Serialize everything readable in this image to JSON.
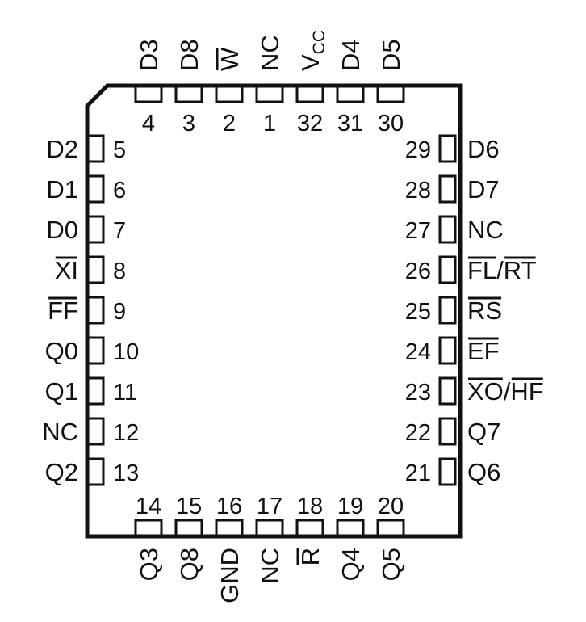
{
  "package": {
    "top_pins": [
      {
        "num": "4",
        "name": "D3"
      },
      {
        "num": "3",
        "name": "D8"
      },
      {
        "num": "2",
        "name": "W",
        "bar": "full"
      },
      {
        "num": "1",
        "name": "NC"
      },
      {
        "num": "32",
        "name": "VCC",
        "sub": "CC"
      },
      {
        "num": "31",
        "name": "D4"
      },
      {
        "num": "30",
        "name": "D5"
      }
    ],
    "bottom_pins": [
      {
        "num": "14",
        "name": "Q3"
      },
      {
        "num": "15",
        "name": "Q8"
      },
      {
        "num": "16",
        "name": "GND"
      },
      {
        "num": "17",
        "name": "NC"
      },
      {
        "num": "18",
        "name": "R",
        "bar": "full"
      },
      {
        "num": "19",
        "name": "Q4"
      },
      {
        "num": "20",
        "name": "Q5"
      }
    ],
    "left_pins": [
      {
        "num": "5",
        "name": "D2"
      },
      {
        "num": "6",
        "name": "D1"
      },
      {
        "num": "7",
        "name": "D0"
      },
      {
        "num": "8",
        "name": "XI",
        "bar": "full"
      },
      {
        "num": "9",
        "name": "FF",
        "bar": "full"
      },
      {
        "num": "10",
        "name": "Q0"
      },
      {
        "num": "11",
        "name": "Q1"
      },
      {
        "num": "12",
        "name": "NC"
      },
      {
        "num": "13",
        "name": "Q2"
      }
    ],
    "right_pins": [
      {
        "num": "29",
        "name": "D6"
      },
      {
        "num": "28",
        "name": "D7"
      },
      {
        "num": "27",
        "name": "NC"
      },
      {
        "num": "26",
        "name": "FL/RT",
        "bar": "split"
      },
      {
        "num": "25",
        "name": "RS",
        "bar": "full"
      },
      {
        "num": "24",
        "name": "EF",
        "bar": "full"
      },
      {
        "num": "23",
        "name": "XO/HF",
        "bar": "split"
      },
      {
        "num": "22",
        "name": "Q7"
      },
      {
        "num": "21",
        "name": "Q6"
      }
    ]
  }
}
